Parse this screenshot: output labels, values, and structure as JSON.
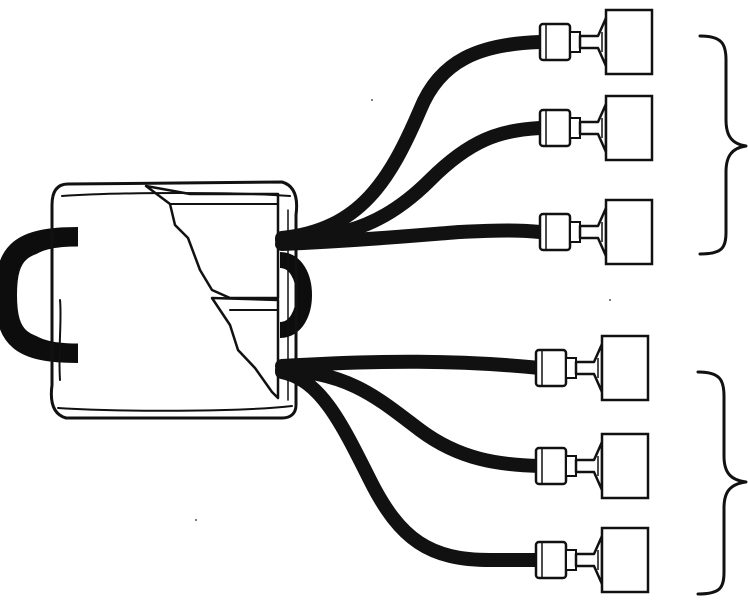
{
  "diagram": {
    "subject": "transformer-with-wire-leads",
    "colors": {
      "ink": "#111111",
      "paper": "#ffffff",
      "wire": "#0d0d0d",
      "core": "#ffffff"
    },
    "terminal_groups": [
      {
        "id": "upper",
        "terminal_count": 3
      },
      {
        "id": "lower",
        "terminal_count": 3
      }
    ]
  }
}
